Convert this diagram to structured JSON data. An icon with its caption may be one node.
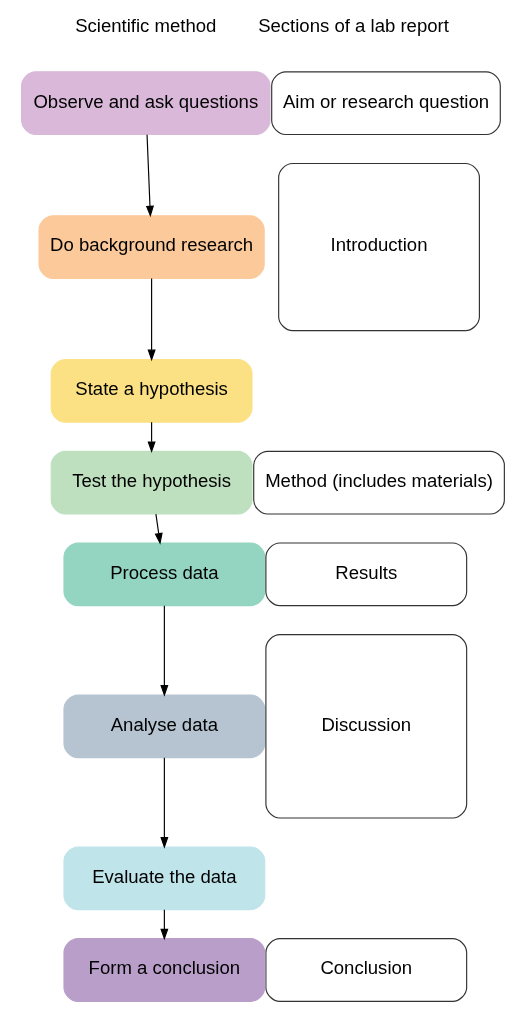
{
  "diagram": {
    "nodes": [
      {
        "text": [
          "Observe and ask questions"
        ]
      },
      {
        "text": [
          "Aim or research question"
        ]
      },
      {
        "text": [
          "Do background research"
        ]
      },
      {
        "text": [
          "Introduction"
        ]
      },
      {
        "text": [
          "State a hypothesis"
        ]
      },
      {
        "text": [
          "Test the hypothesis"
        ]
      },
      {
        "text": [
          "Method (includes materials)"
        ]
      },
      {
        "text": [
          "Process data"
        ]
      },
      {
        "text": [
          "Results"
        ]
      },
      {
        "text": [
          "Analyse data"
        ]
      },
      {
        "text": [
          "Discussion"
        ]
      },
      {
        "text": [
          "Evaluate the data"
        ]
      },
      {
        "text": [
          "Form a conclusion"
        ]
      },
      {
        "text": [
          "Conclusion"
        ]
      }
    ],
    "edges": [
      {
        "from": 0,
        "to": 2,
        "arrow": "to"
      },
      {
        "from": 2,
        "to": 4,
        "arrow": "to"
      },
      {
        "from": 4,
        "to": 5,
        "arrow": "to"
      },
      {
        "from": 5,
        "to": 7,
        "arrow": "to"
      },
      {
        "from": 7,
        "to": 9,
        "arrow": "to"
      },
      {
        "from": 9,
        "to": 11,
        "arrow": "to"
      },
      {
        "from": 11,
        "to": 12,
        "arrow": "to"
      }
    ],
    "labels": [
      "Scientific method",
      "Sections of a lab report"
    ]
  }
}
